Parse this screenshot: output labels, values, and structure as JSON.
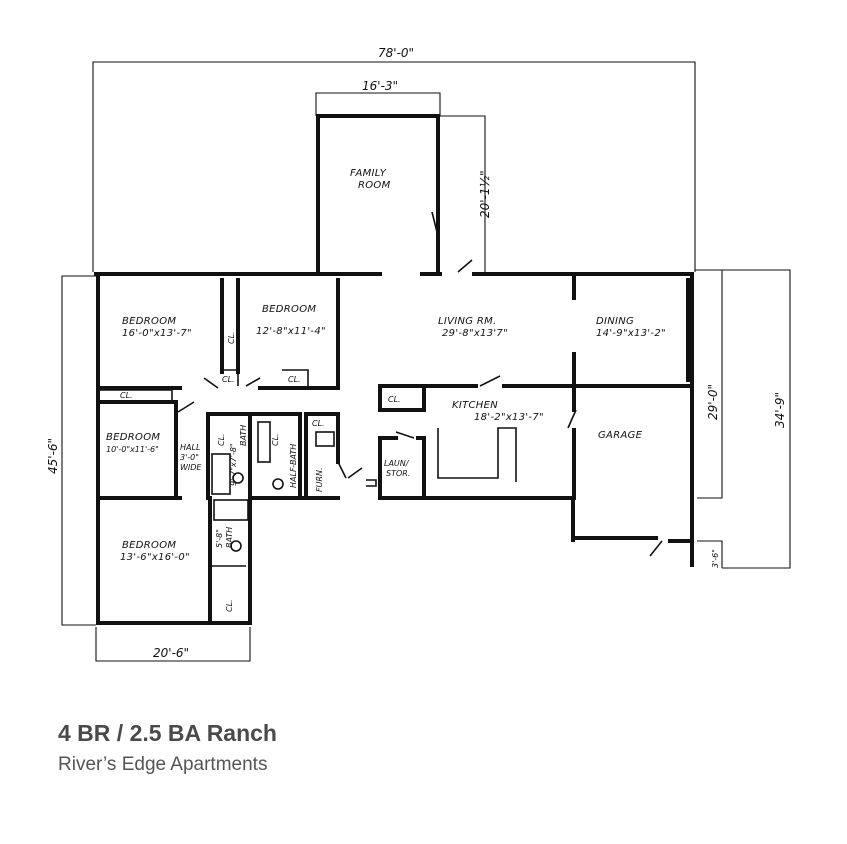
{
  "caption": {
    "title": "4 BR / 2.5 BA Ranch",
    "subtitle": "River’s Edge Apartments"
  },
  "dimensions": {
    "overall_width": "78'-0\"",
    "family_width": "16'-3\"",
    "family_depth": "20'-1½\"",
    "overall_depth": "45'-6\"",
    "main_depth": "29'-0\"",
    "garage_depth": "34'-9\"",
    "garage_step": "3'-6\"",
    "wing_width": "20'-6\""
  },
  "rooms": {
    "family_1": "FAMILY",
    "family_2": "ROOM",
    "bed1_name": "BEDROOM",
    "bed1_size": "16'-0\"x13'-7\"",
    "bed2_name": "BEDROOM",
    "bed2_size": "12'-8\"x11'-4\"",
    "bed3_name": "BEDROOM",
    "bed3_size": "10'-0\"x11'-6\"",
    "bed4_name": "BEDROOM",
    "bed4_size": "13'-6\"x16'-0\"",
    "living_name": "LIVING RM.",
    "living_size": "29'-8\"x13'7\"",
    "dining_name": "DINING",
    "dining_size": "14'-9\"x13'-2\"",
    "kitchen_name": "KITCHEN",
    "kitchen_size": "18'-2\"x13'-7\"",
    "garage": "GARAGE",
    "hall_1": "HALL",
    "hall_2": "3'-0\"",
    "hall_3": "WIDE",
    "bath_1": "9'-7\"x7'-8\"",
    "bath_2": "BATH",
    "halfbath": "HALF-BATH",
    "furn": "FURN.",
    "laun_1": "LAUN/",
    "laun_2": "STOR.",
    "bath2_1": "5'-8\"",
    "bath2_2": "BATH",
    "closet": "CL."
  }
}
